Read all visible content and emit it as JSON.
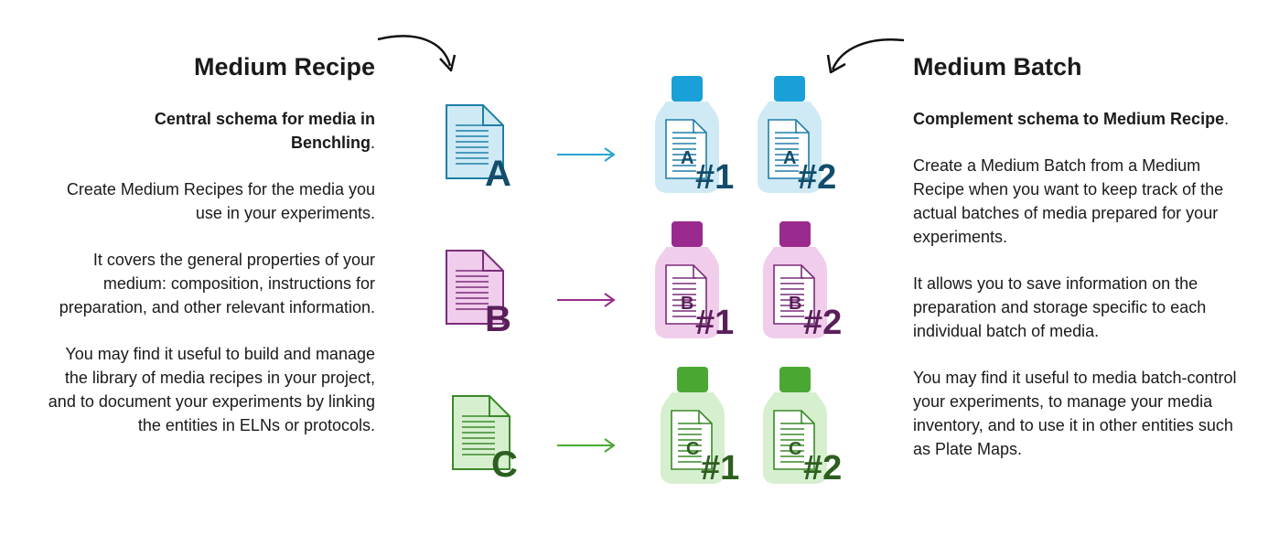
{
  "recipe": {
    "title": "Medium Recipe",
    "lead_bold_1": "Central schema for media in",
    "lead_bold_2": "Benchling",
    "lead_tail": ".",
    "paragraphs": [
      "Create Medium Recipes for the media you use in your experiments.",
      "It covers the general properties of your medium: composition, instructions for preparation, and other relevant information.",
      "You may find it useful to build and manage the library of media recipes in your project, and to document your experiments by linking the entities in ELNs or protocols."
    ]
  },
  "batch": {
    "title": "Medium Batch",
    "lead_bold": "Complement schema to Medium Recipe",
    "lead_tail": ".",
    "paragraphs": [
      "Create a Medium Batch from a Medium Recipe when you want to keep track of the actual batches of media prepared for your experiments.",
      "It allows you to save information on the preparation and storage specific to each individual batch of media.",
      "You may find it useful to media batch-control your experiments, to manage your media inventory, and to use it in other entities such as Plate Maps."
    ]
  },
  "rows": [
    {
      "letter": "A",
      "stroke": "#1f7fa8",
      "fill": "#cfeaf5",
      "cap": "#1aa0d8",
      "dark": "#124d6b",
      "arrow": "#27a3d4",
      "batches": [
        "#1",
        "#2"
      ]
    },
    {
      "letter": "B",
      "stroke": "#7a2d7a",
      "fill": "#f1cdec",
      "cap": "#9a2a8e",
      "dark": "#5a1f5a",
      "arrow": "#9a2a8e",
      "batches": [
        "#1",
        "#2"
      ]
    },
    {
      "letter": "C",
      "stroke": "#3a8a2a",
      "fill": "#d6efcf",
      "cap": "#4aa832",
      "dark": "#2d5e1f",
      "arrow": "#4aa832",
      "batches": [
        "#1",
        "#2"
      ]
    }
  ]
}
